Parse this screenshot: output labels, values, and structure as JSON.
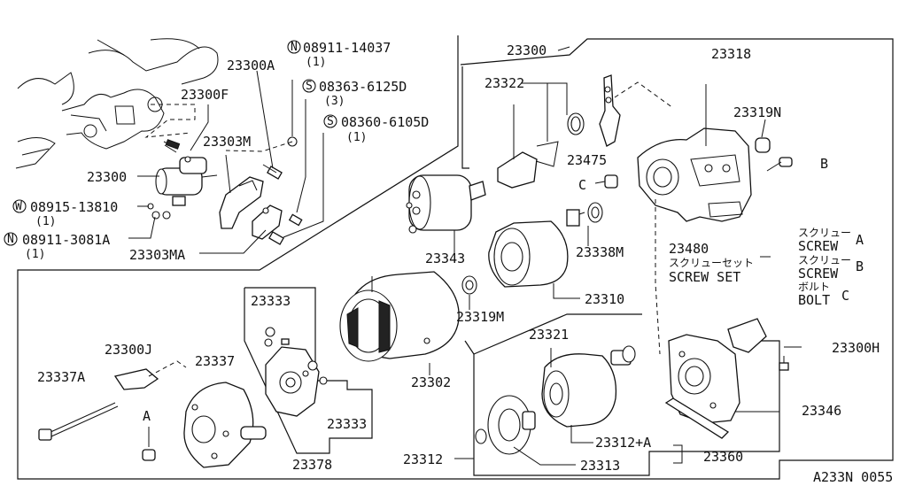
{
  "diagram": {
    "ref_code": "A233N 0055",
    "parts": {
      "p23300": "23300",
      "p23300_box": "23300",
      "p23300A": "23300A",
      "p23300F": "23300F",
      "p23303M": "23303M",
      "p23303MA": "23303MA",
      "p23318": "23318",
      "p23319N": "23319N",
      "p23322": "23322",
      "p23475": "23475",
      "p23343": "23343",
      "p23338M": "23338M",
      "p23310": "23310",
      "p23319M": "23319M",
      "p23302": "23302",
      "p23333a": "23333",
      "p23333b": "23333",
      "p23378": "23378",
      "p23300J": "23300J",
      "p23337A": "23337A",
      "p23337": "23337",
      "p23321": "23321",
      "p23312A": "23312+A",
      "p23312": "23312",
      "p23313": "23313",
      "p23360": "23360",
      "p23300H": "23300H",
      "p23346": "23346",
      "p23480": "23480"
    },
    "fasteners": {
      "n1_symbol": "N",
      "n1_code": "08911-14037",
      "n1_qty": "(1)",
      "s1_symbol": "S",
      "s1_code": "08363-6125D",
      "s1_qty": "(3)",
      "s2_symbol": "S",
      "s2_code": "08360-6105D",
      "s2_qty": "(1)",
      "w1_symbol": "W",
      "w1_code": "08915-13810",
      "w1_qty": "(1)",
      "n2_symbol": "N",
      "n2_code": "08911-3081A",
      "n2_qty": "(1)"
    },
    "refs": {
      "B1": "B",
      "C1": "C",
      "A1": "A"
    },
    "screw_set": {
      "jp_title": "スクリューセット",
      "title": "SCREW SET",
      "a_jp": "スクリュー",
      "a_en": "SCREW",
      "a_letter": "A",
      "b_jp": "スクリュー",
      "b_en": "SCREW",
      "b_letter": "B",
      "c_jp": "ボルト",
      "c_en": "BOLT",
      "c_letter": "C"
    }
  }
}
